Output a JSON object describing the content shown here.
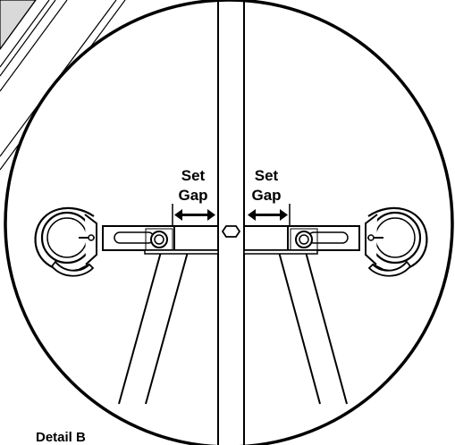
{
  "diagram": {
    "callout_left": {
      "line1": "Set",
      "line2": "Gap"
    },
    "callout_right": {
      "line1": "Set",
      "line2": "Gap"
    },
    "caption": "Detail B"
  },
  "colors": {
    "ink": "#000000",
    "paper": "#ffffff",
    "shade": "#d9d9d9"
  }
}
